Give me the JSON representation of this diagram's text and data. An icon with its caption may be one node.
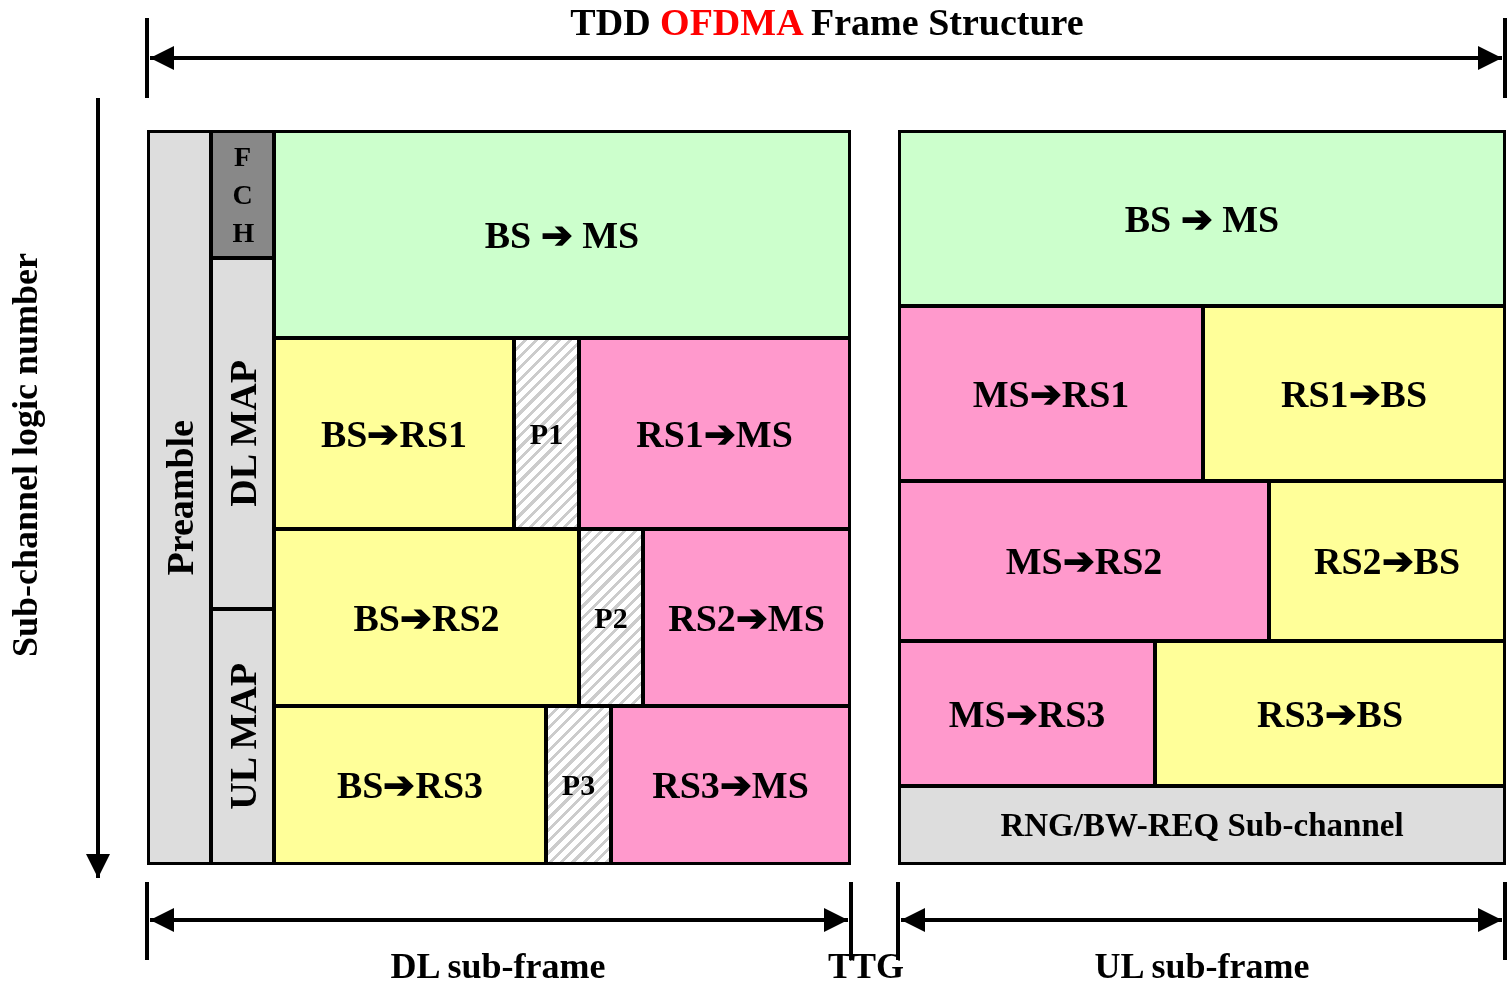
{
  "diagram": {
    "title": "TDD OFDMA Frame Structure",
    "nodes": [
      {
        "text": [
          "Preamble"
        ]
      },
      {
        "text": [
          "FCH"
        ]
      },
      {
        "text": [
          "DL MAP"
        ]
      },
      {
        "text": [
          "UL MAP"
        ]
      },
      {
        "text": [
          "BS ➔ MS"
        ]
      },
      {
        "text": [
          "BS➔RS1"
        ]
      },
      {
        "text": [
          "P1"
        ]
      },
      {
        "text": [
          "RS1➔MS"
        ]
      },
      {
        "text": [
          "BS➔RS2"
        ]
      },
      {
        "text": [
          "P2"
        ]
      },
      {
        "text": [
          "RS2➔MS"
        ]
      },
      {
        "text": [
          "BS➔RS3"
        ]
      },
      {
        "text": [
          "P3"
        ]
      },
      {
        "text": [
          "RS3➔MS"
        ]
      },
      {
        "text": [
          "BS ➔ MS"
        ]
      },
      {
        "text": [
          "MS➔RS1"
        ]
      },
      {
        "text": [
          "RS1➔BS"
        ]
      },
      {
        "text": [
          "MS➔RS2"
        ]
      },
      {
        "text": [
          "RS2➔BS"
        ]
      },
      {
        "text": [
          "MS➔RS3"
        ]
      },
      {
        "text": [
          "RS3➔BS"
        ]
      },
      {
        "text": [
          "RNG/BW-REQ Sub-channel"
        ]
      }
    ],
    "labels": [
      "Sub-channel logic number",
      "DL sub-frame",
      "TTG",
      "UL sub-frame"
    ]
  }
}
